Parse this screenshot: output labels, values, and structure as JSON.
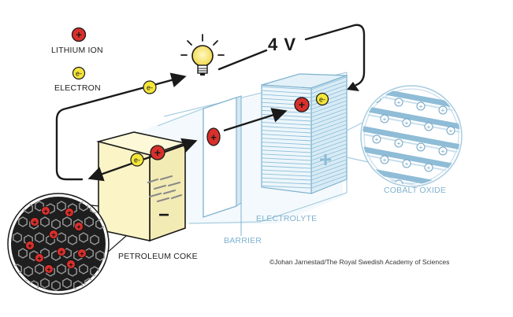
{
  "legend": {
    "ion_label": "LITHIUM ION",
    "electron_label": "ELECTRON"
  },
  "voltage": "4 V",
  "labels": {
    "anode": "PETROLEUM COKE",
    "barrier": "BARRIER",
    "electrolyte": "ELECTROLYTE",
    "cathode": "COBALT OXIDE"
  },
  "symbols": {
    "ion": "+",
    "electron": "e-",
    "anode_sign": "−",
    "cathode_sign": "+"
  },
  "credit": "©Johan Jarnestad/The Royal Swedish Academy of Sciences",
  "colors": {
    "ion_red": "#d9302b",
    "electron_yellow": "#f5e63a",
    "anode_fill": "#fbf5c8",
    "diagram_blue": "#8fbcd6",
    "dark_circle": "#1e1e1e"
  }
}
